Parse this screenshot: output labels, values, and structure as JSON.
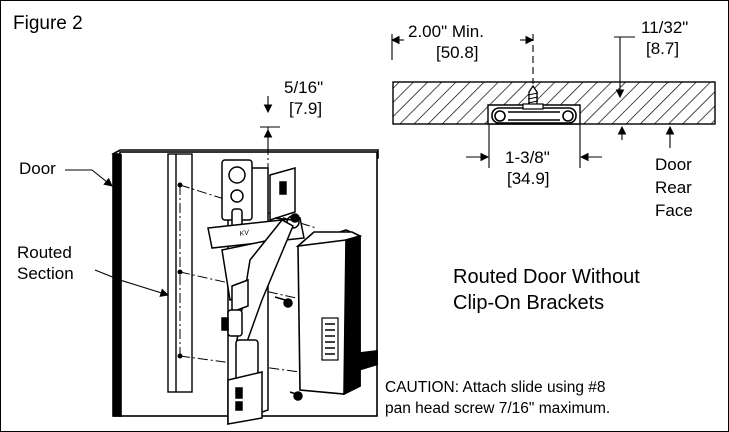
{
  "figure": {
    "title": "Figure 2",
    "labels": {
      "door": "Door",
      "routed_line1": "Routed",
      "routed_line2": "Section",
      "offset_in": "5/16\"",
      "offset_mm": "[7.9]"
    },
    "section": {
      "min_in": "2.00\" Min.",
      "min_mm": "[50.8]",
      "depth_in": "11/32\"",
      "depth_mm": "[8.7]",
      "width_in": "1-3/8\"",
      "width_mm": "[34.9]",
      "rear_line1": "Door",
      "rear_line2": "Rear",
      "rear_line3": "Face"
    },
    "caption_line1": "Routed Door Without",
    "caption_line2": "Clip-On Brackets",
    "caution_line1": "CAUTION: Attach slide using #8",
    "caution_line2": "pan head screw 7/16\" maximum.",
    "brand_mark": "KV"
  }
}
